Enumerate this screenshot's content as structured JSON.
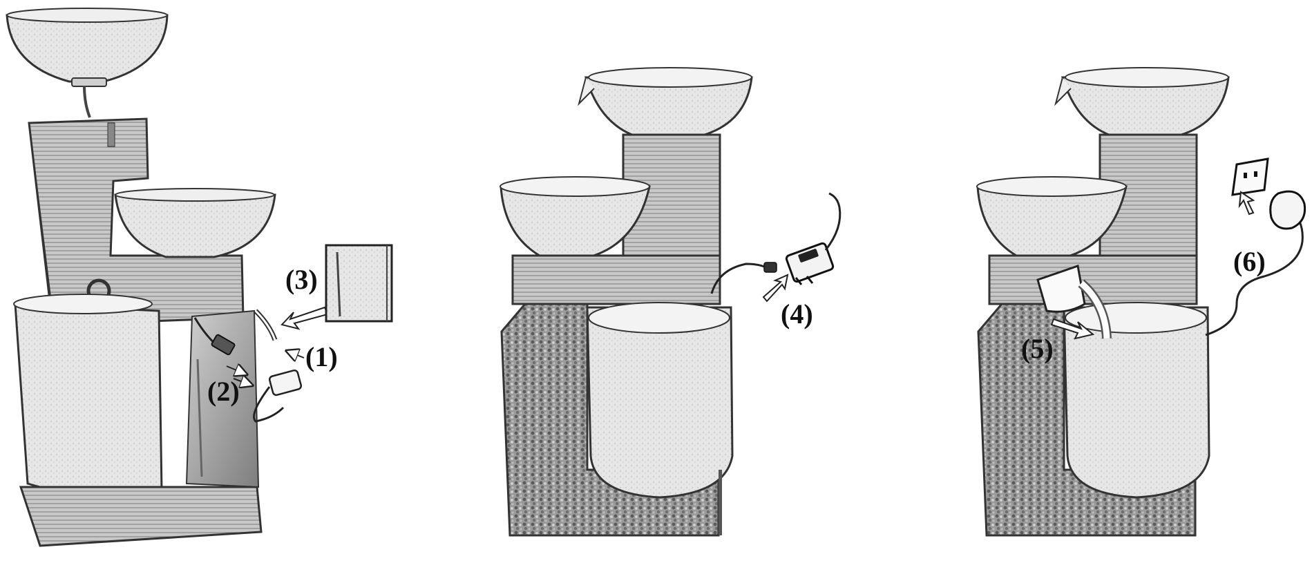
{
  "steps": [
    {
      "label": "(1)"
    },
    {
      "label": "(2)"
    },
    {
      "label": "(3)"
    },
    {
      "label": "(4)"
    },
    {
      "label": "(5)"
    },
    {
      "label": "(6)"
    }
  ],
  "panels": [
    {
      "id": "panel-1",
      "shows": [
        "pump-insertion",
        "tube-connection",
        "detail-inset"
      ]
    },
    {
      "id": "panel-2",
      "shows": [
        "plug-adapter"
      ]
    },
    {
      "id": "panel-3",
      "shows": [
        "fill-water",
        "wall-outlet"
      ]
    }
  ]
}
